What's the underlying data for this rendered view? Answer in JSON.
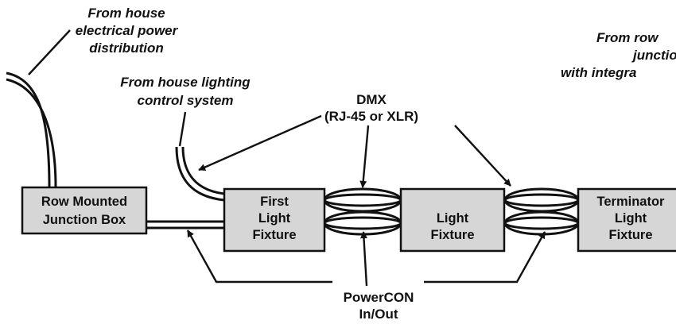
{
  "labels": {
    "house_power": [
      "From house",
      "electrical power",
      "distribution"
    ],
    "house_lighting": [
      "From house lighting",
      "control system"
    ],
    "row_junction": [
      "From row",
      "junctio",
      "with integra"
    ],
    "dmx": [
      "DMX",
      "(RJ-45 or XLR)"
    ],
    "powercon": [
      "PowerCON",
      "In/Out"
    ]
  },
  "boxes": {
    "junction": [
      "Row Mounted",
      "Junction Box"
    ],
    "first": [
      "First",
      "Light",
      "Fixture"
    ],
    "middle": [
      "Light",
      "Fixture"
    ],
    "terminator": [
      "Terminator",
      "Light",
      "Fixture"
    ]
  }
}
